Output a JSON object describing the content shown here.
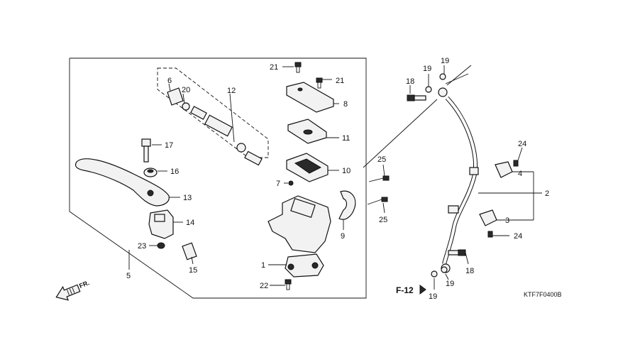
{
  "callouts": {
    "c21a": "21",
    "c21b": "21",
    "c6": "6",
    "c20": "20",
    "c12": "12",
    "c8": "8",
    "c11": "11",
    "c10": "10",
    "c7": "7",
    "c17": "17",
    "c16": "16",
    "c13": "13",
    "c14": "14",
    "c23": "23",
    "c15": "15",
    "c5": "5",
    "c1": "1",
    "c22": "22",
    "c9": "9",
    "c25a": "25",
    "c25b": "25",
    "c18a": "18",
    "c19a": "19",
    "c19b": "19",
    "c24a": "24",
    "c4": "4",
    "c2": "2",
    "c3": "3",
    "c24b": "24",
    "c18b": "18",
    "c19c": "19",
    "c19d": "19"
  },
  "ref_f12": "F-12",
  "direction": "FR.",
  "diagram_code": "KTF7F0400B",
  "icons": {
    "front_arrow": "front-direction-arrow-icon",
    "ref_arrow": "down-arrow-icon"
  }
}
